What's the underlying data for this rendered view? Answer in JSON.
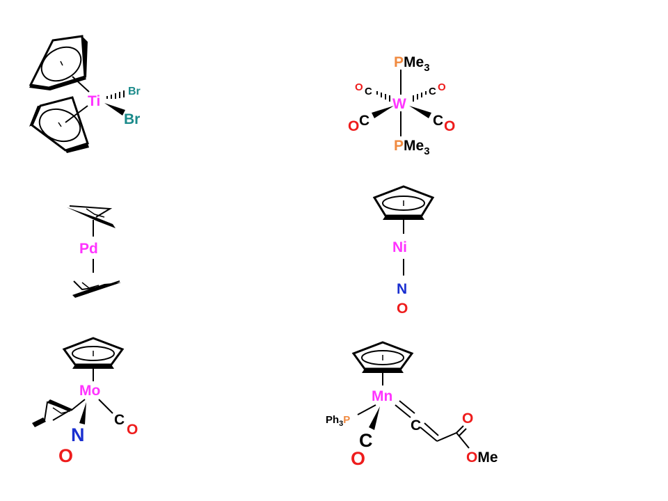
{
  "colors": {
    "titanium": "#ff33ff",
    "bromine": "#1a8a8a",
    "tungsten": "#ff33ff",
    "phosphorus": "#f08a40",
    "oxygen": "#ee1c1c",
    "carbon": "#000000",
    "nitrogen": "#1a2fd0",
    "palladium": "#ff33ff",
    "nickel": "#ff33ff",
    "molybdenum": "#ff33ff",
    "manganese": "#ff33ff",
    "bond": "#000000"
  },
  "molecules": {
    "ti": {
      "metal": "Ti",
      "ligand1": "Br",
      "ligand2": "Br"
    },
    "w": {
      "metal": "W",
      "p_top": "P",
      "p_top_sub": "Me",
      "p_top_n": "3",
      "p_bot": "P",
      "p_bot_sub": "Me",
      "p_bot_n": "3",
      "co_ul_o": "O",
      "co_ul_c": "C",
      "co_ur_c": "C",
      "co_ur_o": "O",
      "co_ll_o": "O",
      "co_ll_c": "C",
      "co_lr_c": "C",
      "co_lr_o": "O"
    },
    "pd": {
      "metal": "Pd"
    },
    "ni": {
      "metal": "Ni",
      "n": "N",
      "o": "O"
    },
    "mo": {
      "metal": "Mo",
      "n": "N",
      "o1": "O",
      "c": "C",
      "o2": "O"
    },
    "mn": {
      "metal": "Mn",
      "ph": "Ph",
      "ph_n": "3",
      "p": "P",
      "c1": "C",
      "o1": "O",
      "c2": "C",
      "o_carbonyl": "O",
      "o_ester": "O",
      "me": "Me"
    }
  }
}
